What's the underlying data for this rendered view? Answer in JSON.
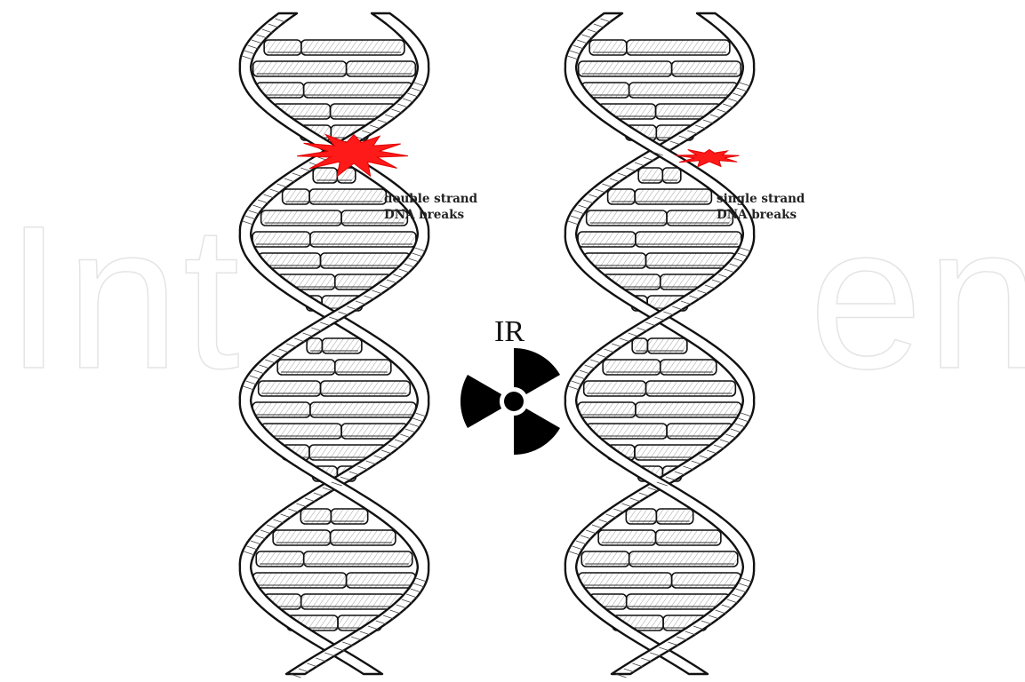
{
  "watermark": {
    "left_text": "Int",
    "right_text": "en"
  },
  "left_helix": {
    "label_line1": "double strand",
    "label_line2": "DNA breaks",
    "break_color": "#ff1a1a"
  },
  "right_helix": {
    "label_line1": "single strand",
    "label_line2": "DNA breaks",
    "break_color": "#ff1a1a"
  },
  "radiation": {
    "label": "IR",
    "icon": "radiation-trefoil-icon",
    "color": "#000000"
  }
}
